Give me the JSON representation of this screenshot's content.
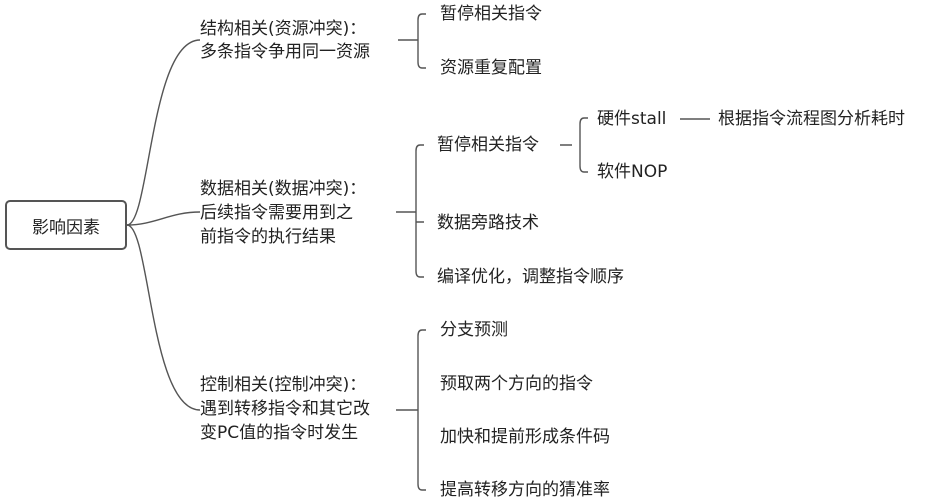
{
  "root": "影响因素",
  "structural": {
    "line1": "结构相关(资源冲突)：",
    "line2": "多条指令争用同一资源",
    "children": [
      "暂停相关指令",
      "资源重复配置"
    ]
  },
  "data_hazard": {
    "line1": "数据相关(数据冲突)：",
    "line2": "后续指令需要用到之",
    "line3": "前指令的执行结果",
    "stall": {
      "label": "暂停相关指令",
      "children": [
        "硬件stall",
        "软件NOP"
      ],
      "hardware_note": "根据指令流程图分析耗时"
    },
    "children": [
      "数据旁路技术",
      "编译优化，调整指令顺序"
    ]
  },
  "control": {
    "line1": "控制相关(控制冲突)：",
    "line2": "遇到转移指令和其它改",
    "line3": "变PC值的指令时发生",
    "children": [
      "分支预测",
      "预取两个方向的指令",
      "加快和提前形成条件码",
      "提高转移方向的猜准率"
    ]
  }
}
